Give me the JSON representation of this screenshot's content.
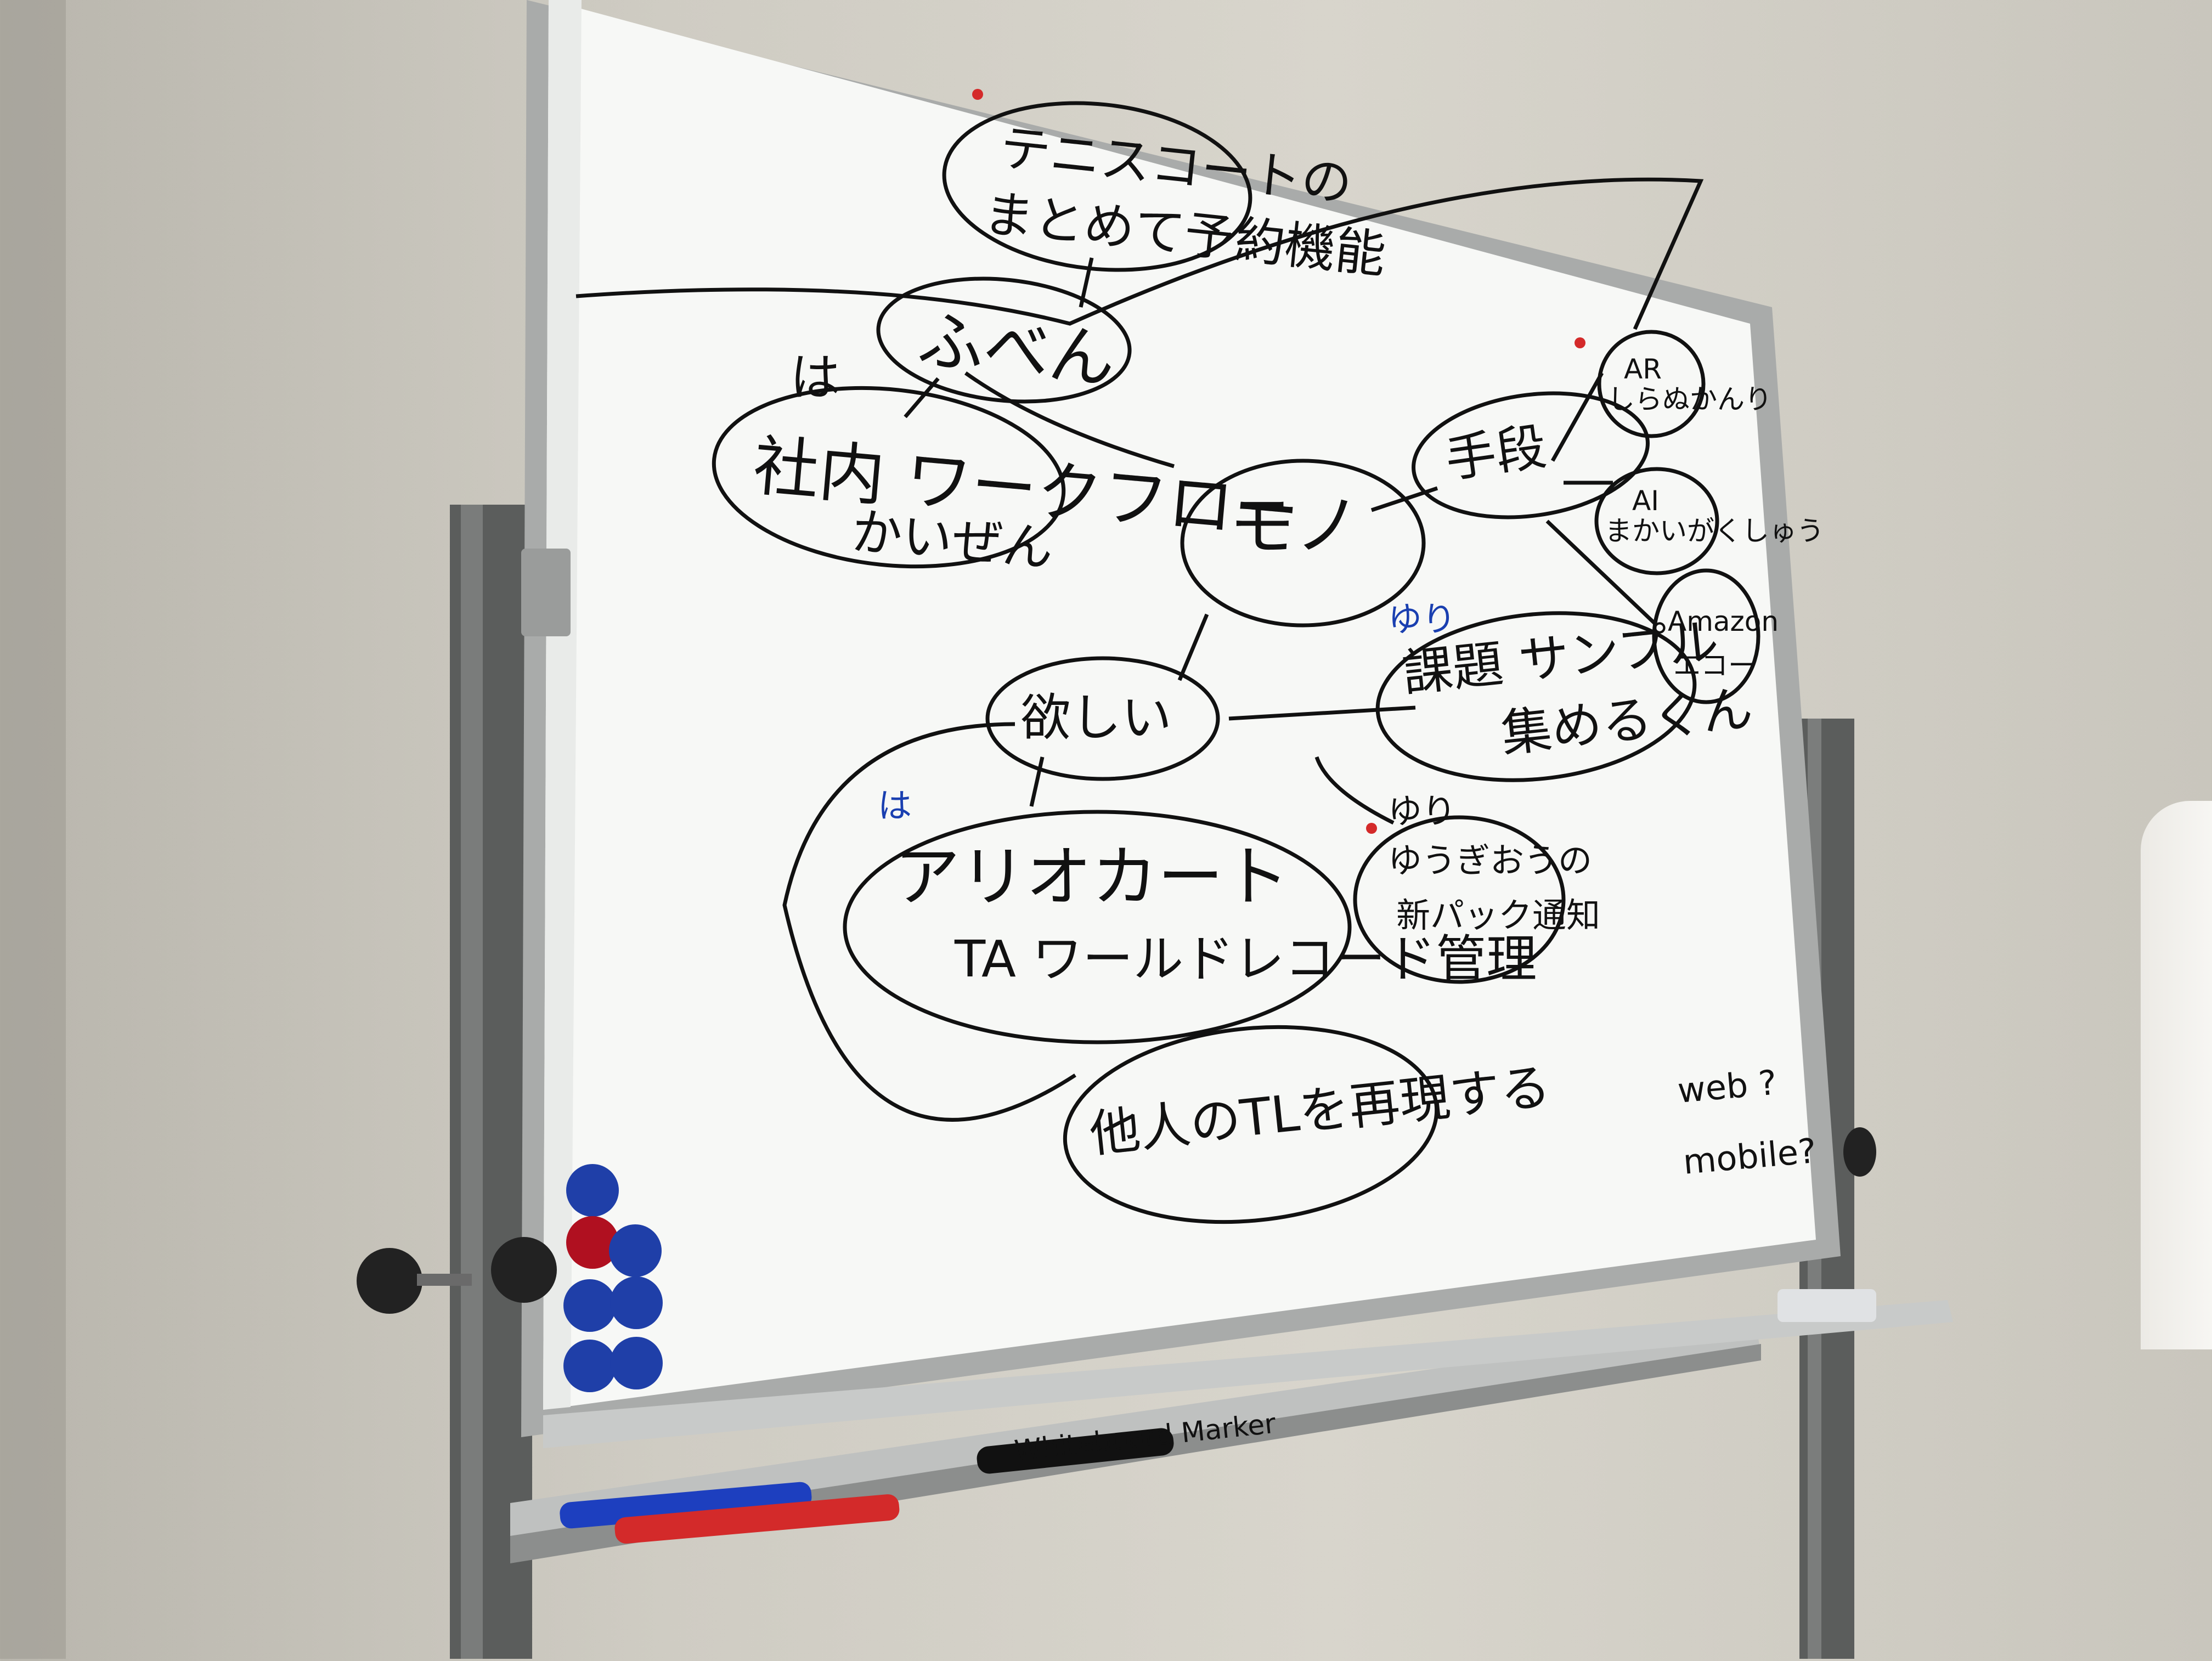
{
  "scene": {
    "colors": {
      "wall": "#cfccc3",
      "board": "#f7f8f6",
      "frame": "#a9abaa",
      "stand": "#5b5d5c",
      "ink": "#111111",
      "ink_blue": "#1a3fb0",
      "magnet_blue": "#1f3fa8",
      "magnet_red": "#b01020"
    }
  },
  "whiteboard": {
    "nodes": {
      "top": [
        "テニスコートの",
        "まとめて予約機能"
      ],
      "fuben": "ふべん",
      "ha_left": "は",
      "shanai": [
        "社内 ワークフロー",
        "かいぜん"
      ],
      "mono": "モノ",
      "shudan": "手段",
      "ar": [
        "AR",
        "しらぬかんり"
      ],
      "ai": [
        "AI",
        "まかいがくしゅう"
      ],
      "amazon": [
        "Amazon",
        "エコー"
      ],
      "kadai_tag": "ゆり",
      "kadai": [
        "課題 サンプル",
        "集めるくん"
      ],
      "hoshii": "欲しい",
      "ha_bottom": "は",
      "alicart": [
        "アリオカート",
        "TA ワールドレコード管理"
      ],
      "yuri_tag": "ゆり",
      "yuri": [
        "ゆうぎおうの",
        "新パック通知"
      ],
      "tl": "他人のTLを再現する",
      "web": "web ?",
      "mobile": "mobile?"
    }
  },
  "tray": {
    "marker_label": "Whiteboard Marker"
  }
}
